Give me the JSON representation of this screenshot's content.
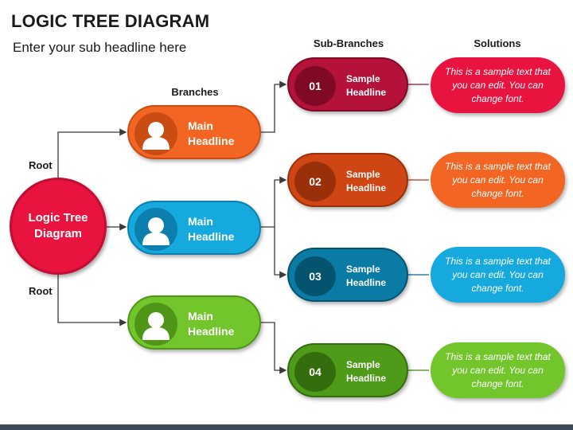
{
  "title": "LOGIC TREE DIAGRAM",
  "subtitle": "Enter your sub headline here",
  "column_labels": {
    "branches": "Branches",
    "sub_branches": "Sub-Branches",
    "solutions": "Solutions"
  },
  "root_labels": [
    "Root",
    "Root"
  ],
  "root": {
    "text": "Logic Tree Diagram",
    "color": "#e8143f"
  },
  "branches": [
    {
      "headline": "Main Headline",
      "icon": "person-icon",
      "color": "#f26522",
      "dark": "#c94d12"
    },
    {
      "headline": "Main Headline",
      "icon": "person-icon",
      "color": "#16a9dd",
      "dark": "#0c7fae"
    },
    {
      "headline": "Main Headline",
      "icon": "person-icon",
      "color": "#72c52b",
      "dark": "#4f9618"
    }
  ],
  "sub_branches": [
    {
      "number": "01",
      "headline": "Sample Headline",
      "color": "#b5123a",
      "dark": "#800a26"
    },
    {
      "number": "02",
      "headline": "Sample Headline",
      "color": "#cf4514",
      "dark": "#9a300a"
    },
    {
      "number": "03",
      "headline": "Sample Headline",
      "color": "#0a7ba5",
      "dark": "#05546f"
    },
    {
      "number": "04",
      "headline": "Sample Headline",
      "color": "#4e9a19",
      "dark": "#346d0d"
    }
  ],
  "solutions": [
    {
      "text": "This is a sample text that you can edit. You can change font.",
      "color": "#e8143f"
    },
    {
      "text": "This is a sample text that you can edit. You can change font.",
      "color": "#f26522"
    },
    {
      "text": "This is a sample text that you can edit. You can change font.",
      "color": "#16a9dd"
    },
    {
      "text": "This is a sample text that you can edit. You can change font.",
      "color": "#72c52b"
    }
  ]
}
